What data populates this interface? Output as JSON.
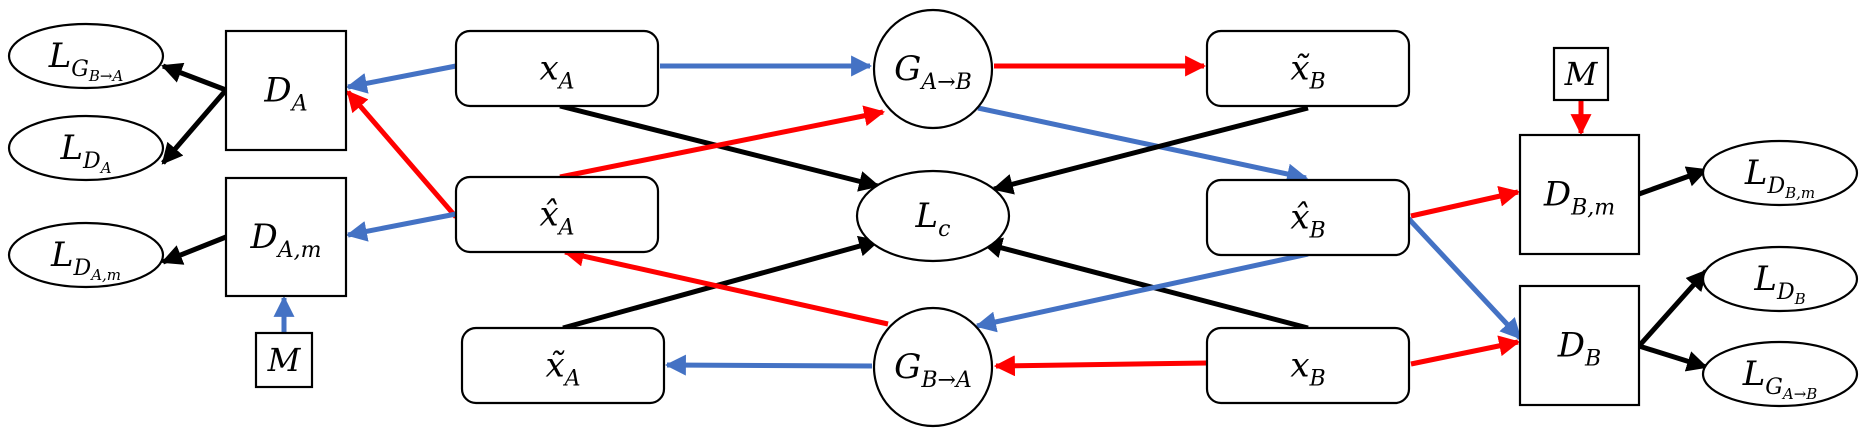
{
  "colors": {
    "blue": "#4472C4",
    "red": "#FF0000",
    "black": "#000000"
  },
  "nodes": [
    {
      "id": "L_G_BA",
      "shape": "ellipse",
      "base": "L",
      "sub": "G",
      "subsub": "B→A"
    },
    {
      "id": "L_DA",
      "shape": "ellipse",
      "base": "L",
      "sub": "D",
      "subsub": "A"
    },
    {
      "id": "L_DAm",
      "shape": "ellipse",
      "base": "L",
      "sub": "D",
      "subsub": "A,m"
    },
    {
      "id": "D_A",
      "shape": "rect",
      "base": "D",
      "sub": "A"
    },
    {
      "id": "D_Am",
      "shape": "rect",
      "base": "D",
      "sub": "A,m"
    },
    {
      "id": "M_left",
      "shape": "small-rect",
      "base": "M"
    },
    {
      "id": "x_A",
      "shape": "roundrect",
      "base": "x",
      "sub": "A"
    },
    {
      "id": "xhat_A",
      "shape": "roundrect",
      "base": "x̂",
      "sub": "A"
    },
    {
      "id": "xtil_A",
      "shape": "roundrect",
      "base": "x̃",
      "sub": "A"
    },
    {
      "id": "G_AB",
      "shape": "circle",
      "base": "G",
      "sub": "A→B"
    },
    {
      "id": "L_c",
      "shape": "ellipse",
      "base": "L",
      "sub": "c"
    },
    {
      "id": "G_BA",
      "shape": "circle",
      "base": "G",
      "sub": "B→A"
    },
    {
      "id": "xtil_B",
      "shape": "roundrect",
      "base": "x̃",
      "sub": "B"
    },
    {
      "id": "xhat_B",
      "shape": "roundrect",
      "base": "x̂",
      "sub": "B"
    },
    {
      "id": "x_B",
      "shape": "roundrect",
      "base": "x",
      "sub": "B"
    },
    {
      "id": "M_right",
      "shape": "small-rect",
      "base": "M"
    },
    {
      "id": "D_Bm",
      "shape": "rect",
      "base": "D",
      "sub": "B,m"
    },
    {
      "id": "D_B",
      "shape": "rect",
      "base": "D",
      "sub": "B"
    },
    {
      "id": "L_DBm",
      "shape": "ellipse",
      "base": "L",
      "sub": "D",
      "subsub": "B,m"
    },
    {
      "id": "L_DB",
      "shape": "ellipse",
      "base": "L",
      "sub": "D",
      "subsub": "B"
    },
    {
      "id": "L_G_AB",
      "shape": "ellipse",
      "base": "L",
      "sub": "G",
      "subsub": "A→B"
    }
  ],
  "edges": [
    {
      "from": "x_A",
      "to": "G_AB",
      "color": "blue"
    },
    {
      "from": "x_A",
      "to": "D_A",
      "color": "blue"
    },
    {
      "from": "x_A",
      "to": "L_c",
      "color": "black"
    },
    {
      "from": "G_AB",
      "to": "xtil_B",
      "color": "red"
    },
    {
      "from": "G_AB",
      "to": "xhat_B",
      "color": "blue"
    },
    {
      "from": "xtil_B",
      "to": "L_c",
      "color": "black"
    },
    {
      "from": "xhat_A",
      "to": "G_AB",
      "color": "red"
    },
    {
      "from": "xhat_A",
      "to": "D_A",
      "color": "red"
    },
    {
      "from": "xhat_A",
      "to": "D_Am",
      "color": "blue"
    },
    {
      "from": "xtil_A",
      "to": "L_c",
      "color": "black"
    },
    {
      "from": "G_BA",
      "to": "xtil_A",
      "color": "blue"
    },
    {
      "from": "G_BA",
      "to": "xhat_A",
      "color": "red"
    },
    {
      "from": "x_B",
      "to": "G_BA",
      "color": "red"
    },
    {
      "from": "x_B",
      "to": "L_c",
      "color": "black"
    },
    {
      "from": "x_B",
      "to": "D_B",
      "color": "red"
    },
    {
      "from": "xhat_B",
      "to": "G_BA",
      "color": "blue"
    },
    {
      "from": "xhat_B",
      "to": "D_Bm",
      "color": "red"
    },
    {
      "from": "xhat_B",
      "to": "D_B",
      "color": "blue"
    },
    {
      "from": "D_A",
      "to": "L_G_BA",
      "color": "black"
    },
    {
      "from": "D_A",
      "to": "L_DA",
      "color": "black"
    },
    {
      "from": "D_Am",
      "to": "L_DAm",
      "color": "black"
    },
    {
      "from": "M_left",
      "to": "D_Am",
      "color": "blue"
    },
    {
      "from": "M_right",
      "to": "D_Bm",
      "color": "red"
    },
    {
      "from": "D_Bm",
      "to": "L_DBm",
      "color": "black"
    },
    {
      "from": "D_B",
      "to": "L_DB",
      "color": "black"
    },
    {
      "from": "D_B",
      "to": "L_G_AB",
      "color": "black"
    }
  ]
}
